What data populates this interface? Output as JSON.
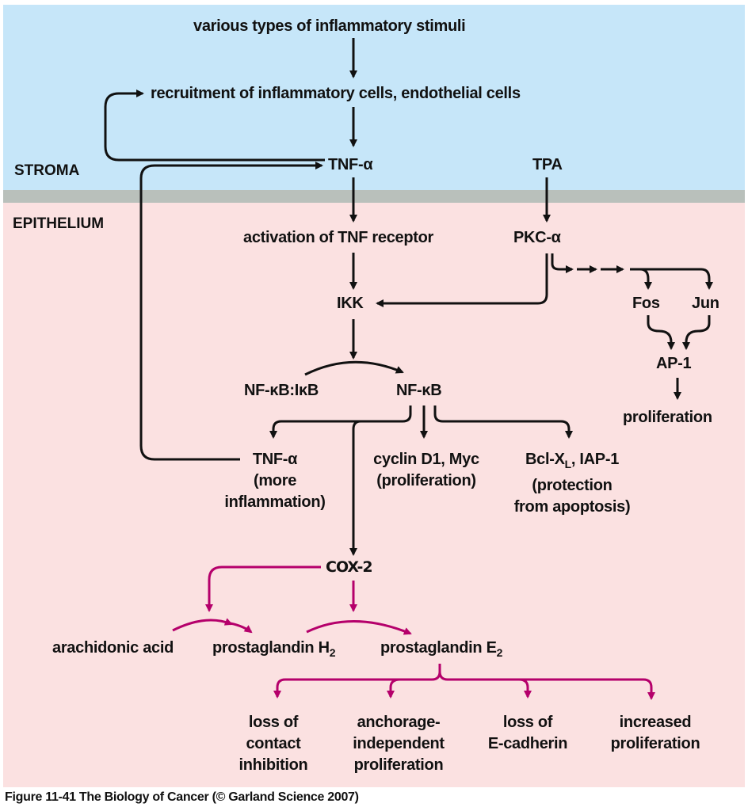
{
  "regions": {
    "stroma": "STROMA",
    "epithelium": "EPITHELIUM"
  },
  "colors": {
    "stroma_bg": "#c6e6f9",
    "membrane": "#b9c0bb",
    "epithelium_bg": "#fbe1e1",
    "black_arrow": "#111111",
    "cox_arrow": "#b5006b"
  },
  "nodes": {
    "stimuli": "various types of inflammatory stimuli",
    "recruitment": "recruitment of inflammatory cells, endothelial cells",
    "tnf_alpha_top": "TNF-α",
    "tpa": "TPA",
    "tnf_receptor": "activation of TNF receptor",
    "pkc_alpha": "PKC-α",
    "ikk": "IKK",
    "fos": "Fos",
    "jun": "Jun",
    "ap1": "AP-1",
    "ap1_output": "proliferation",
    "nfkb_ikb": "NF-κB:IκB",
    "nfkb": "NF-κB",
    "tnf_alpha_out": {
      "line1": "TNF-α",
      "line2": "(more",
      "line3": "inflammation)"
    },
    "cyclin": {
      "line1": "cyclin D1, Myc",
      "line2": "(proliferation)"
    },
    "bcl": {
      "line1_pre": "Bcl-X",
      "line1_sub": "L",
      "line1_post": ", IAP-1",
      "line2": "(protection",
      "line3": "from apoptosis)"
    },
    "cox2": "COX-2",
    "arachidonic": "arachidonic acid",
    "pgh2": {
      "text": "prostaglandin H",
      "sub": "2"
    },
    "pge2": {
      "text": "prostaglandin E",
      "sub": "2"
    },
    "outcomes": [
      {
        "line1": "loss of",
        "line2": "contact",
        "line3": "inhibition"
      },
      {
        "line1": "anchorage-",
        "line2": "independent",
        "line3": "proliferation"
      },
      {
        "line1": "loss of",
        "line2": "E-cadherin",
        "line3": ""
      },
      {
        "line1": "increased",
        "line2": "proliferation",
        "line3": ""
      }
    ]
  },
  "caption": "Figure 11-41  The Biology of Cancer (© Garland Science 2007)"
}
